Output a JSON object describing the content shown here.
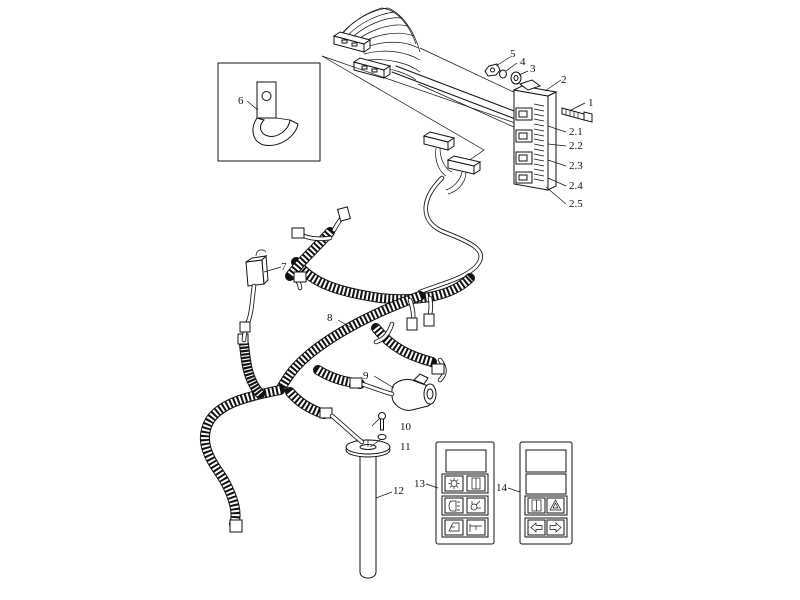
{
  "callouts": {
    "c1": "1",
    "c2": "2",
    "c2_1": "2.1",
    "c2_2": "2.2",
    "c2_3": "2.3",
    "c2_4": "2.4",
    "c2_5": "2.5",
    "c3": "3",
    "c4": "4",
    "c5": "5",
    "c6": "6",
    "c7": "7",
    "c8": "8",
    "c9": "9",
    "c10": "10",
    "c11": "11",
    "c12": "12",
    "c13": "13",
    "c14": "14"
  },
  "icons": {
    "panel13": [
      "sun-icon",
      "bar-icon",
      "headlight-icon",
      "lamp-icon",
      "door-icon",
      "horn-icon"
    ],
    "panel14": [
      "bar-icon",
      "hazard-icon",
      "arrow-left-icon",
      "arrow-right-icon"
    ]
  }
}
